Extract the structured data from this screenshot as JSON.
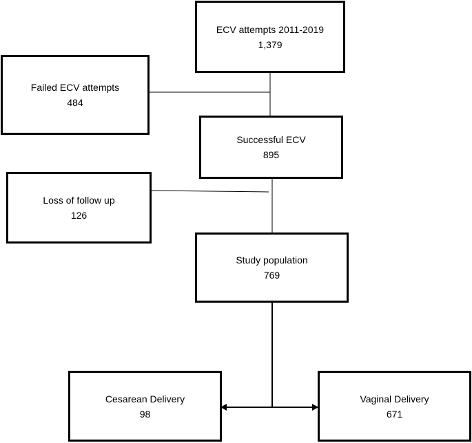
{
  "flowchart": {
    "ecv_attempts": {
      "label": "ECV attempts 2011-2019",
      "count": "1,379"
    },
    "failed_ecv": {
      "label": "Failed ECV attempts",
      "count": "484"
    },
    "successful_ecv": {
      "label": "Successful ECV",
      "count": "895"
    },
    "loss_follow_up": {
      "label": "Loss of follow up",
      "count": "126"
    },
    "study_population": {
      "label": "Study population",
      "count": "769"
    },
    "cesarean_delivery": {
      "label": "Cesarean Delivery",
      "count": "98"
    },
    "vaginal_delivery": {
      "label": "Vaginal Delivery",
      "count": "671"
    }
  }
}
